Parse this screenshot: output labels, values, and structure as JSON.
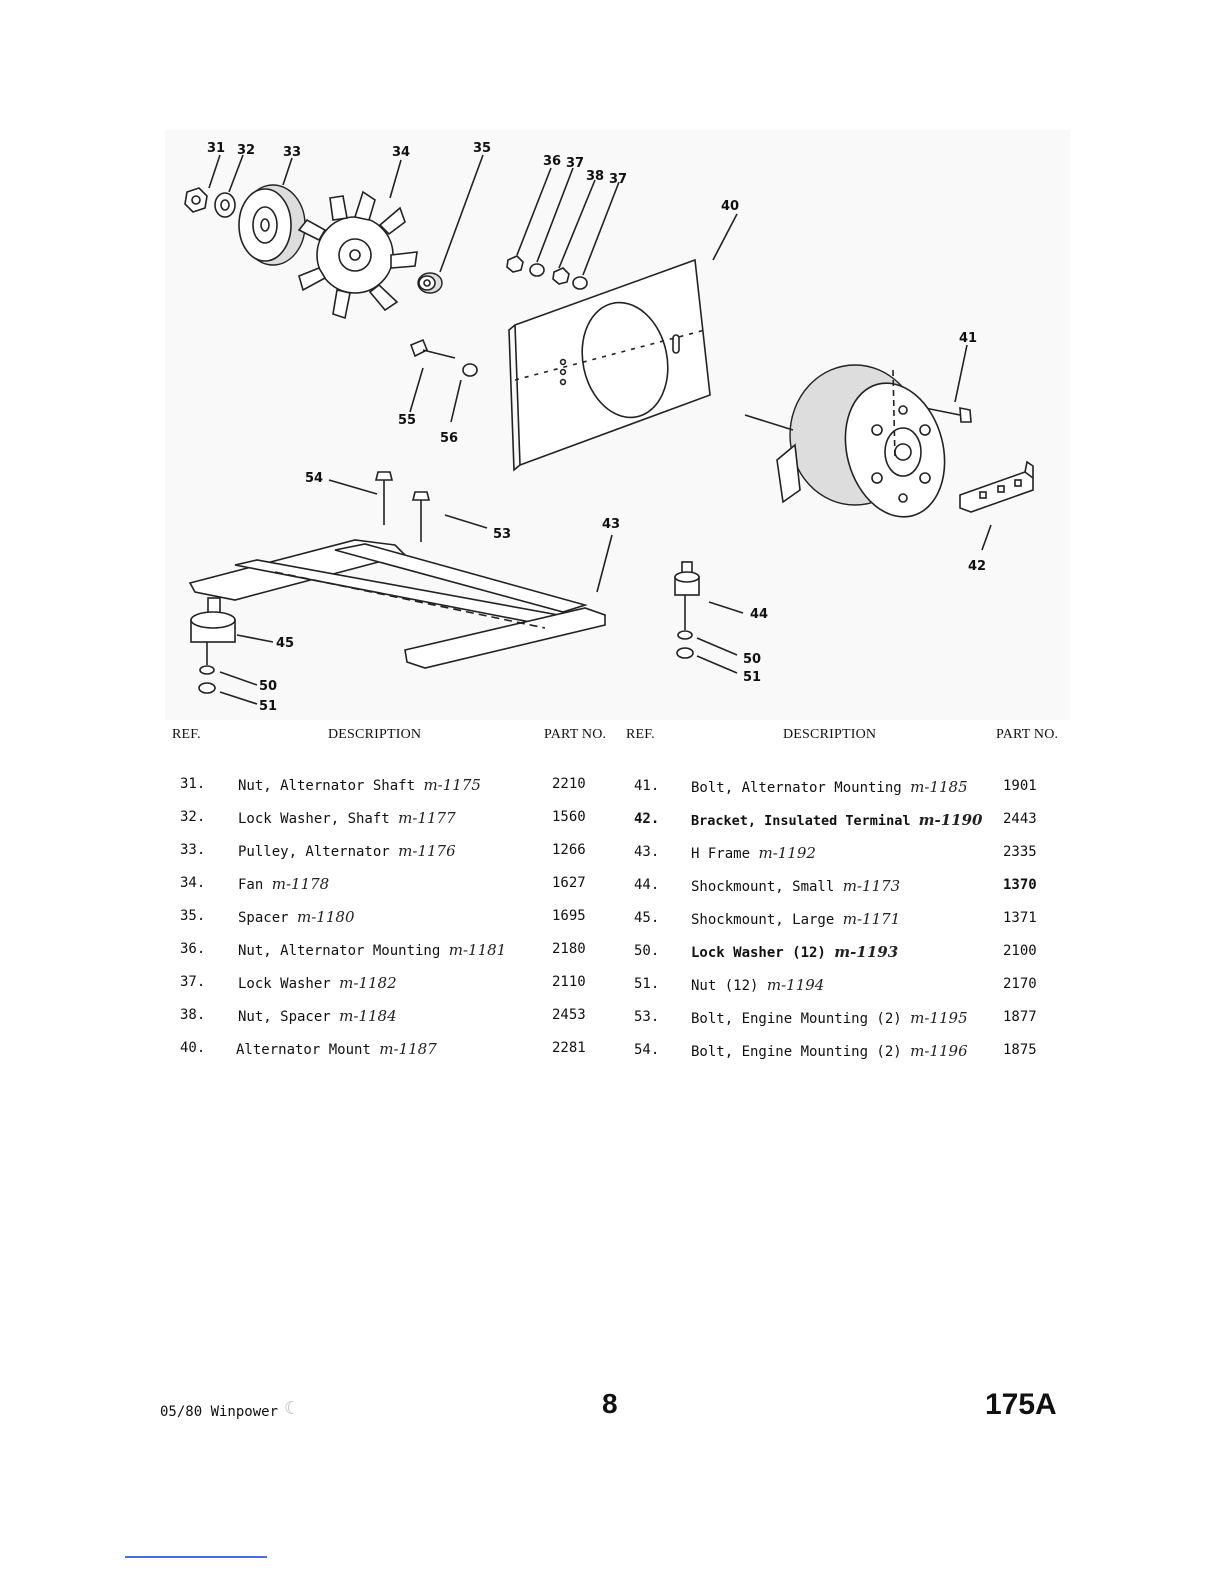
{
  "callouts": [
    "31",
    "32",
    "33",
    "34",
    "35",
    "36",
    "37",
    "38",
    "37",
    "40",
    "41",
    "42",
    "43",
    "44",
    "45",
    "50",
    "51",
    "50",
    "51",
    "53",
    "54",
    "55",
    "56"
  ],
  "table": {
    "headers": {
      "ref": "REF.",
      "description": "DESCRIPTION",
      "part_no": "PART NO."
    },
    "left_rows": [
      {
        "ref": "31.",
        "description": "Nut, Alternator Shaft",
        "note": "m-1175",
        "part_no": "2210"
      },
      {
        "ref": "32.",
        "description": "Lock Washer, Shaft",
        "note": "m-1177",
        "part_no": "1560"
      },
      {
        "ref": "33.",
        "description": "Pulley, Alternator",
        "note": "m-1176",
        "part_no": "1266"
      },
      {
        "ref": "34.",
        "description": "Fan",
        "note": "m-1178",
        "part_no": "1627"
      },
      {
        "ref": "35.",
        "description": "Spacer",
        "note": "m-1180",
        "part_no": "1695"
      },
      {
        "ref": "36.",
        "description": "Nut, Alternator Mounting",
        "note": "m-1181",
        "part_no": "2180"
      },
      {
        "ref": "37.",
        "description": "Lock Washer",
        "note": "m-1182",
        "part_no": "2110"
      },
      {
        "ref": "38.",
        "description": "Nut, Spacer",
        "note": "m-1184",
        "part_no": "2453"
      },
      {
        "ref": "40.",
        "description": "Alternator Mount",
        "note": "m-1187",
        "part_no": "2281"
      }
    ],
    "right_rows": [
      {
        "ref": "41.",
        "description": "Bolt, Alternator Mounting",
        "note": "m-1185",
        "part_no": "1901"
      },
      {
        "ref": "42.",
        "description": "Bracket, Insulated Terminal",
        "note": "m-1190",
        "part_no": "2443"
      },
      {
        "ref": "43.",
        "description": "H Frame",
        "note": "m-1192",
        "part_no": "2335"
      },
      {
        "ref": "44.",
        "description": "Shockmount, Small",
        "note": "m-1173",
        "part_no": "1370"
      },
      {
        "ref": "45.",
        "description": "Shockmount, Large",
        "note": "m-1171",
        "part_no": "1371"
      },
      {
        "ref": "50.",
        "description": "Lock Washer (12)",
        "note": "m-1193",
        "part_no": "2100"
      },
      {
        "ref": "51.",
        "description": "Nut (12)",
        "note": "m-1194",
        "part_no": "2170"
      },
      {
        "ref": "53.",
        "description": "Bolt, Engine Mounting (2)",
        "note": "m-1195",
        "part_no": "1877"
      },
      {
        "ref": "54.",
        "description": "Bolt, Engine Mounting (2)",
        "note": "m-1196",
        "part_no": "1875"
      }
    ]
  },
  "footer": {
    "date_brand": "05/80 Winpower",
    "page_number": "8",
    "model": "175A"
  }
}
